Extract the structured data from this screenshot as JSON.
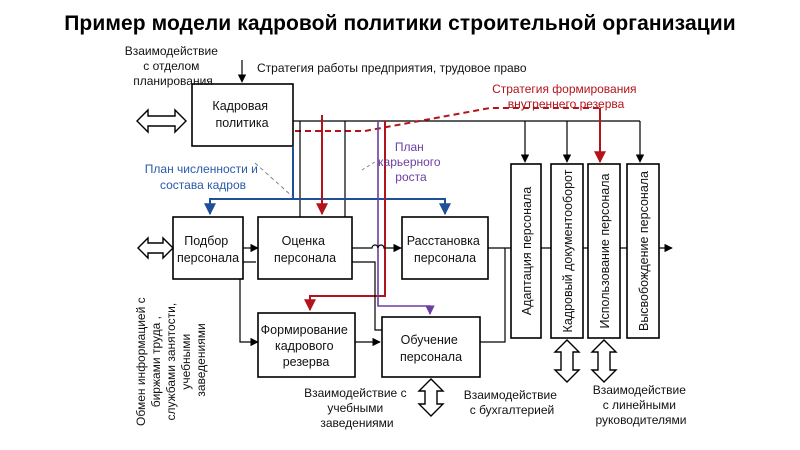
{
  "title": "Пример модели кадровой политики строительной организации",
  "labels": {
    "planning": [
      "Взаимодействие",
      "с отделом",
      "планирования"
    ],
    "strategy": "Стратегия работы предприятия, трудовое право",
    "reserve_strategy": [
      "Стратегия формирования",
      "внутреннего резерва"
    ],
    "staff_plan": [
      "План численности и",
      "состава кадров"
    ],
    "career_plan": [
      "План",
      "карьерного",
      "роста"
    ],
    "exchange": [
      "Обмен информацией с",
      "биржами труда ,",
      "службами занятости,",
      "учебными",
      "заведениями"
    ],
    "edu_interaction": [
      "Взаимодействие с",
      "учебными",
      "заведениями"
    ],
    "accounting": [
      "Взаимодействие",
      "с бухгалтерией"
    ],
    "managers": [
      "Взаимодействие",
      "с линейными",
      "руководителями"
    ]
  },
  "boxes": {
    "hr_policy": [
      "Кадровая",
      "политика"
    ],
    "selection": [
      "Подбор",
      "персонала"
    ],
    "assessment": [
      "Оценка",
      "персонала"
    ],
    "placement": [
      "Расстановка",
      "персонала"
    ],
    "reserve": [
      "Формирование",
      "кадрового",
      "резерва"
    ],
    "training": [
      "Обучение",
      "персонала"
    ],
    "adaptation": "Адаптация персонала",
    "documents": "Кадровый документооборот",
    "usage": "Использование персонала",
    "release": "Высвобождение персонала"
  },
  "colors": {
    "blue": "#1f4e9b",
    "red": "#b3141b",
    "purple": "#6b3fa0"
  }
}
